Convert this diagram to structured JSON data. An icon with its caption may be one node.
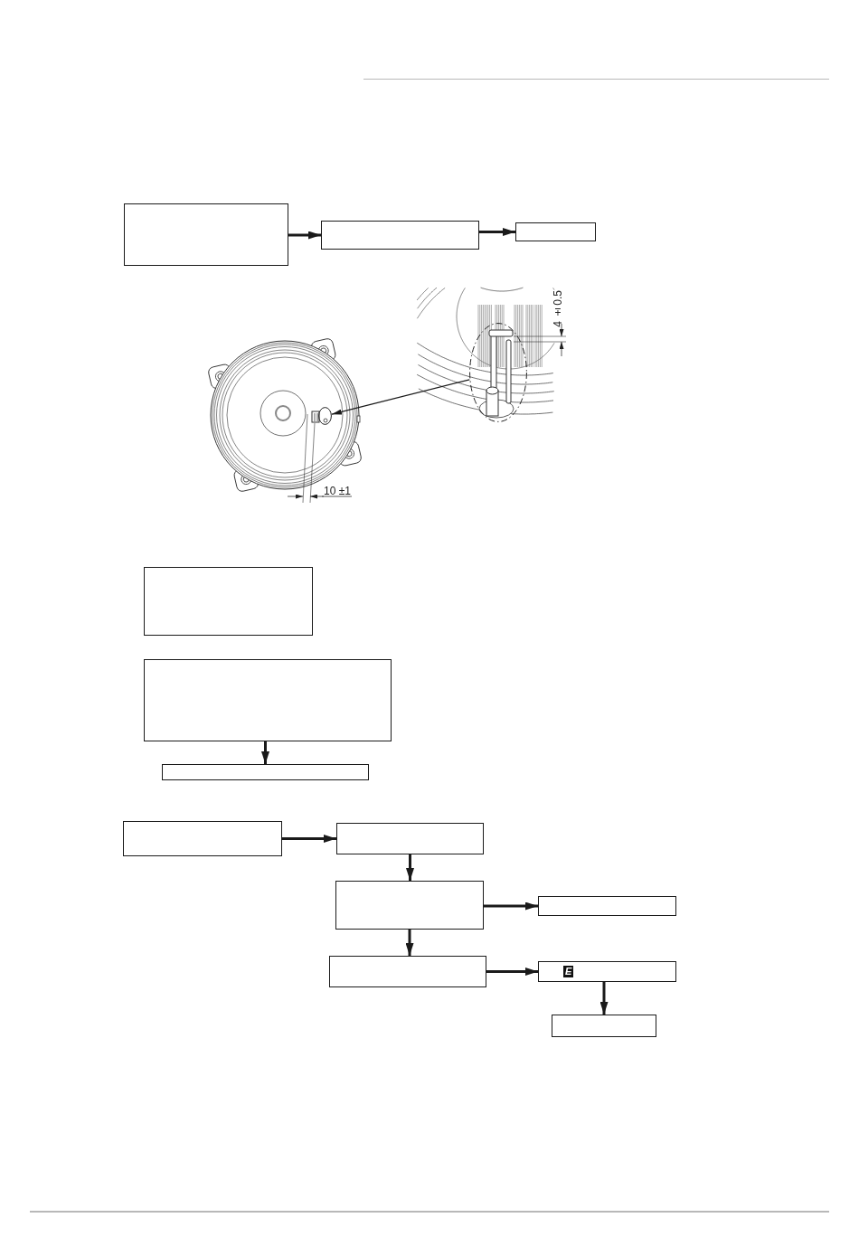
{
  "diagram": {
    "nodes": [
      {
        "text": [],
        "shape": "box"
      },
      {
        "text": [],
        "shape": "box"
      },
      {
        "text": [],
        "shape": "box"
      },
      {
        "text": [],
        "shape": "ellipse"
      },
      {
        "text": [],
        "shape": "ellipse"
      },
      {
        "text": [],
        "shape": "box"
      },
      {
        "text": [],
        "shape": "box"
      },
      {
        "text": [],
        "shape": "box"
      },
      {
        "text": [],
        "shape": "box"
      },
      {
        "text": [],
        "shape": "box"
      },
      {
        "text": [],
        "shape": "box"
      },
      {
        "text": [],
        "shape": "box"
      },
      {
        "text": [],
        "shape": "box"
      },
      {
        "text": [
          "E"
        ]
      },
      {
        "text": [],
        "shape": "box"
      }
    ],
    "edges": [
      {
        "from": 0,
        "to": 1,
        "arrow": "to"
      },
      {
        "from": 1,
        "to": 2,
        "arrow": "to"
      },
      {
        "from": 4,
        "to": 3,
        "arrow": "to"
      },
      {
        "from": 6,
        "to": 7,
        "arrow": "to"
      },
      {
        "from": 8,
        "to": 9,
        "arrow": "to"
      },
      {
        "from": 9,
        "to": 10,
        "arrow": "to"
      },
      {
        "from": 10,
        "to": 11,
        "arrow": "to"
      },
      {
        "from": 10,
        "to": 12,
        "arrow": "to"
      },
      {
        "from": 12,
        "to": 13,
        "arrow": "to"
      },
      {
        "from": 13,
        "to": 14,
        "arrow": "to"
      }
    ],
    "labels": [
      "4 ±0.5",
      "10 ±1"
    ]
  }
}
